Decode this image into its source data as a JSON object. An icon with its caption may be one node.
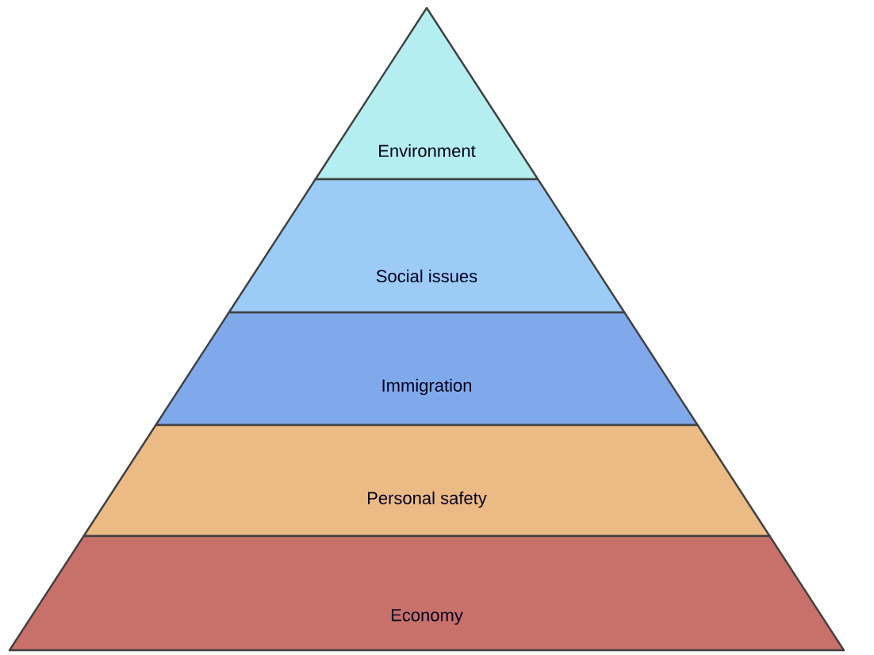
{
  "diagram": {
    "nodes": [
      {
        "text": [
          "Environment"
        ]
      },
      {
        "text": [
          "Social issues"
        ]
      },
      {
        "text": [
          "Immigration"
        ]
      },
      {
        "text": [
          "Personal safety"
        ]
      },
      {
        "text": [
          "Economy"
        ]
      }
    ]
  }
}
